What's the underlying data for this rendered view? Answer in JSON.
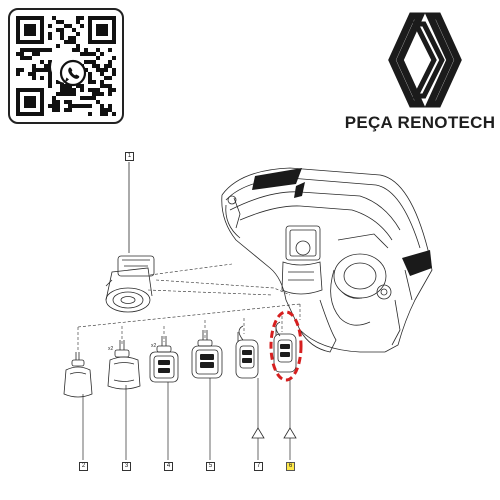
{
  "brand": {
    "name": "PEÇA RENOTECH",
    "logo_icon": "renault-diamond-logo",
    "contact_icon": "whatsapp-icon"
  },
  "callouts": {
    "c1": "1",
    "c2": "2",
    "c3": "3",
    "c4": "4",
    "c5": "5",
    "c7": "7",
    "c6": "6"
  },
  "key_tags": {
    "k3": "x2",
    "k4": "x2"
  },
  "colors": {
    "highlight_ring": "#d61f1f",
    "selected_callout": "#ffe94a",
    "line_art": "#2a2a2a"
  }
}
